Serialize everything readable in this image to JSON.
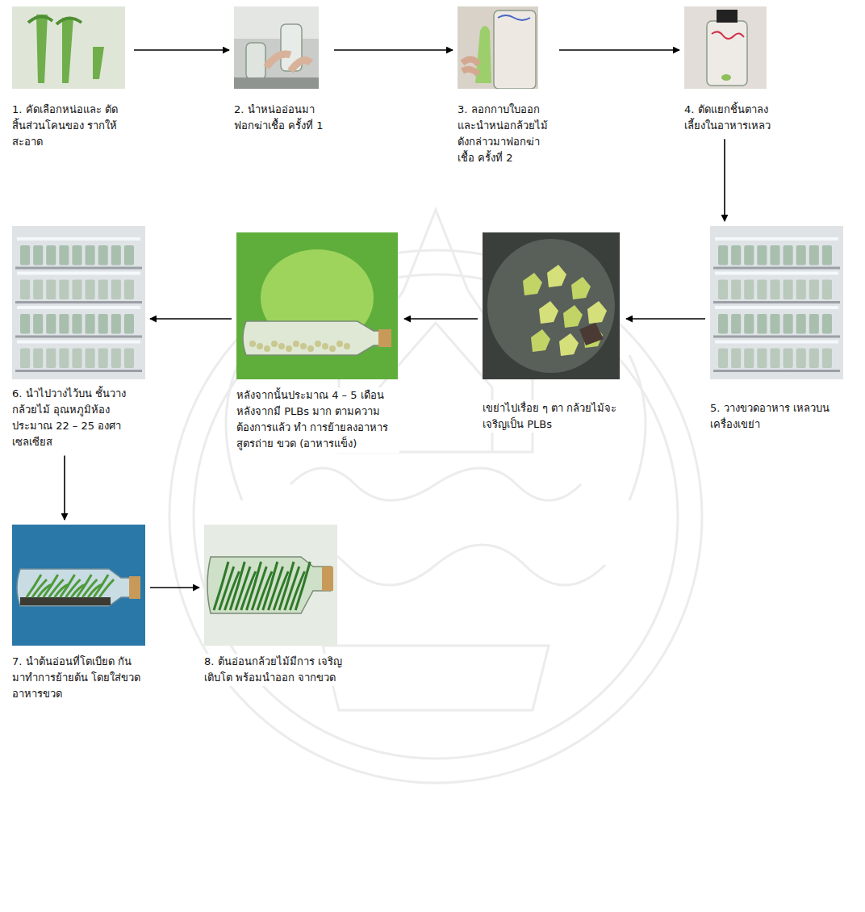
{
  "diagram": {
    "nodes": [
      {
        "text": [
          "1. คัดเลือกหน่อและ ตัดสิ้นส่วนโคนของ รากให้สะอาด"
        ]
      },
      {
        "text": [
          "2. นำหน่ออ่อนมา ฟอกฆ่าเชื้อ ครั้งที่ 1"
        ]
      },
      {
        "text": [
          "3. ลอกกาบใบออก และนำหน่อกล้วยไม้ ดังกล่าวมาฟอกฆ่าเชื้อ ครั้งที่ 2"
        ]
      },
      {
        "text": [
          "4. ตัดแยกชิ้นตาลง เลี้ยงในอาหารเหลว"
        ]
      },
      {
        "text": [
          "5. วางขวดอาหาร เหลวบนเครื่องเขย่า"
        ]
      },
      {
        "text": [
          "เขย่าไปเรื่อย ๆ ตา กล้วยไม้จะเจริญเป็น PLBs"
        ]
      },
      {
        "text": [
          "หลังจากนั้นประมาณ 4 – 5 เดือนหลังจากมี PLBs มาก ตามความต้องการแล้ว ทำ การย้ายลงอาหารสูตรถ่าย ขวด (อาหารแข็ง)"
        ]
      },
      {
        "text": [
          "6. นำไปวางไว้บน ชั้นวางกล้วยไม้ อุณหภูมิห้อง ประมาณ 22 – 25 องศาเซลเซียส"
        ]
      },
      {
        "text": [
          "7. นำต้นอ่อนที่โตเบียด กัน มาทำการย้ายต้น โดยใส่ขวดอาหารขวด"
        ]
      },
      {
        "text": [
          "8. ต้นอ่อนกล้วยไม้มีการ เจริญเติบโต พร้อมนำออก จากขวด"
        ]
      }
    ],
    "edges": [
      {
        "from": 0,
        "to": 1,
        "arrow": "to"
      },
      {
        "from": 1,
        "to": 2,
        "arrow": "to"
      },
      {
        "from": 2,
        "to": 3,
        "arrow": "to"
      },
      {
        "from": 3,
        "to": 4,
        "arrow": "to"
      },
      {
        "from": 4,
        "to": 5,
        "arrow": "to"
      },
      {
        "from": 5,
        "to": 6,
        "arrow": "to"
      },
      {
        "from": 6,
        "to": 7,
        "arrow": "to"
      },
      {
        "from": 7,
        "to": 8,
        "arrow": "to"
      },
      {
        "from": 8,
        "to": 9,
        "arrow": "to"
      }
    ]
  }
}
